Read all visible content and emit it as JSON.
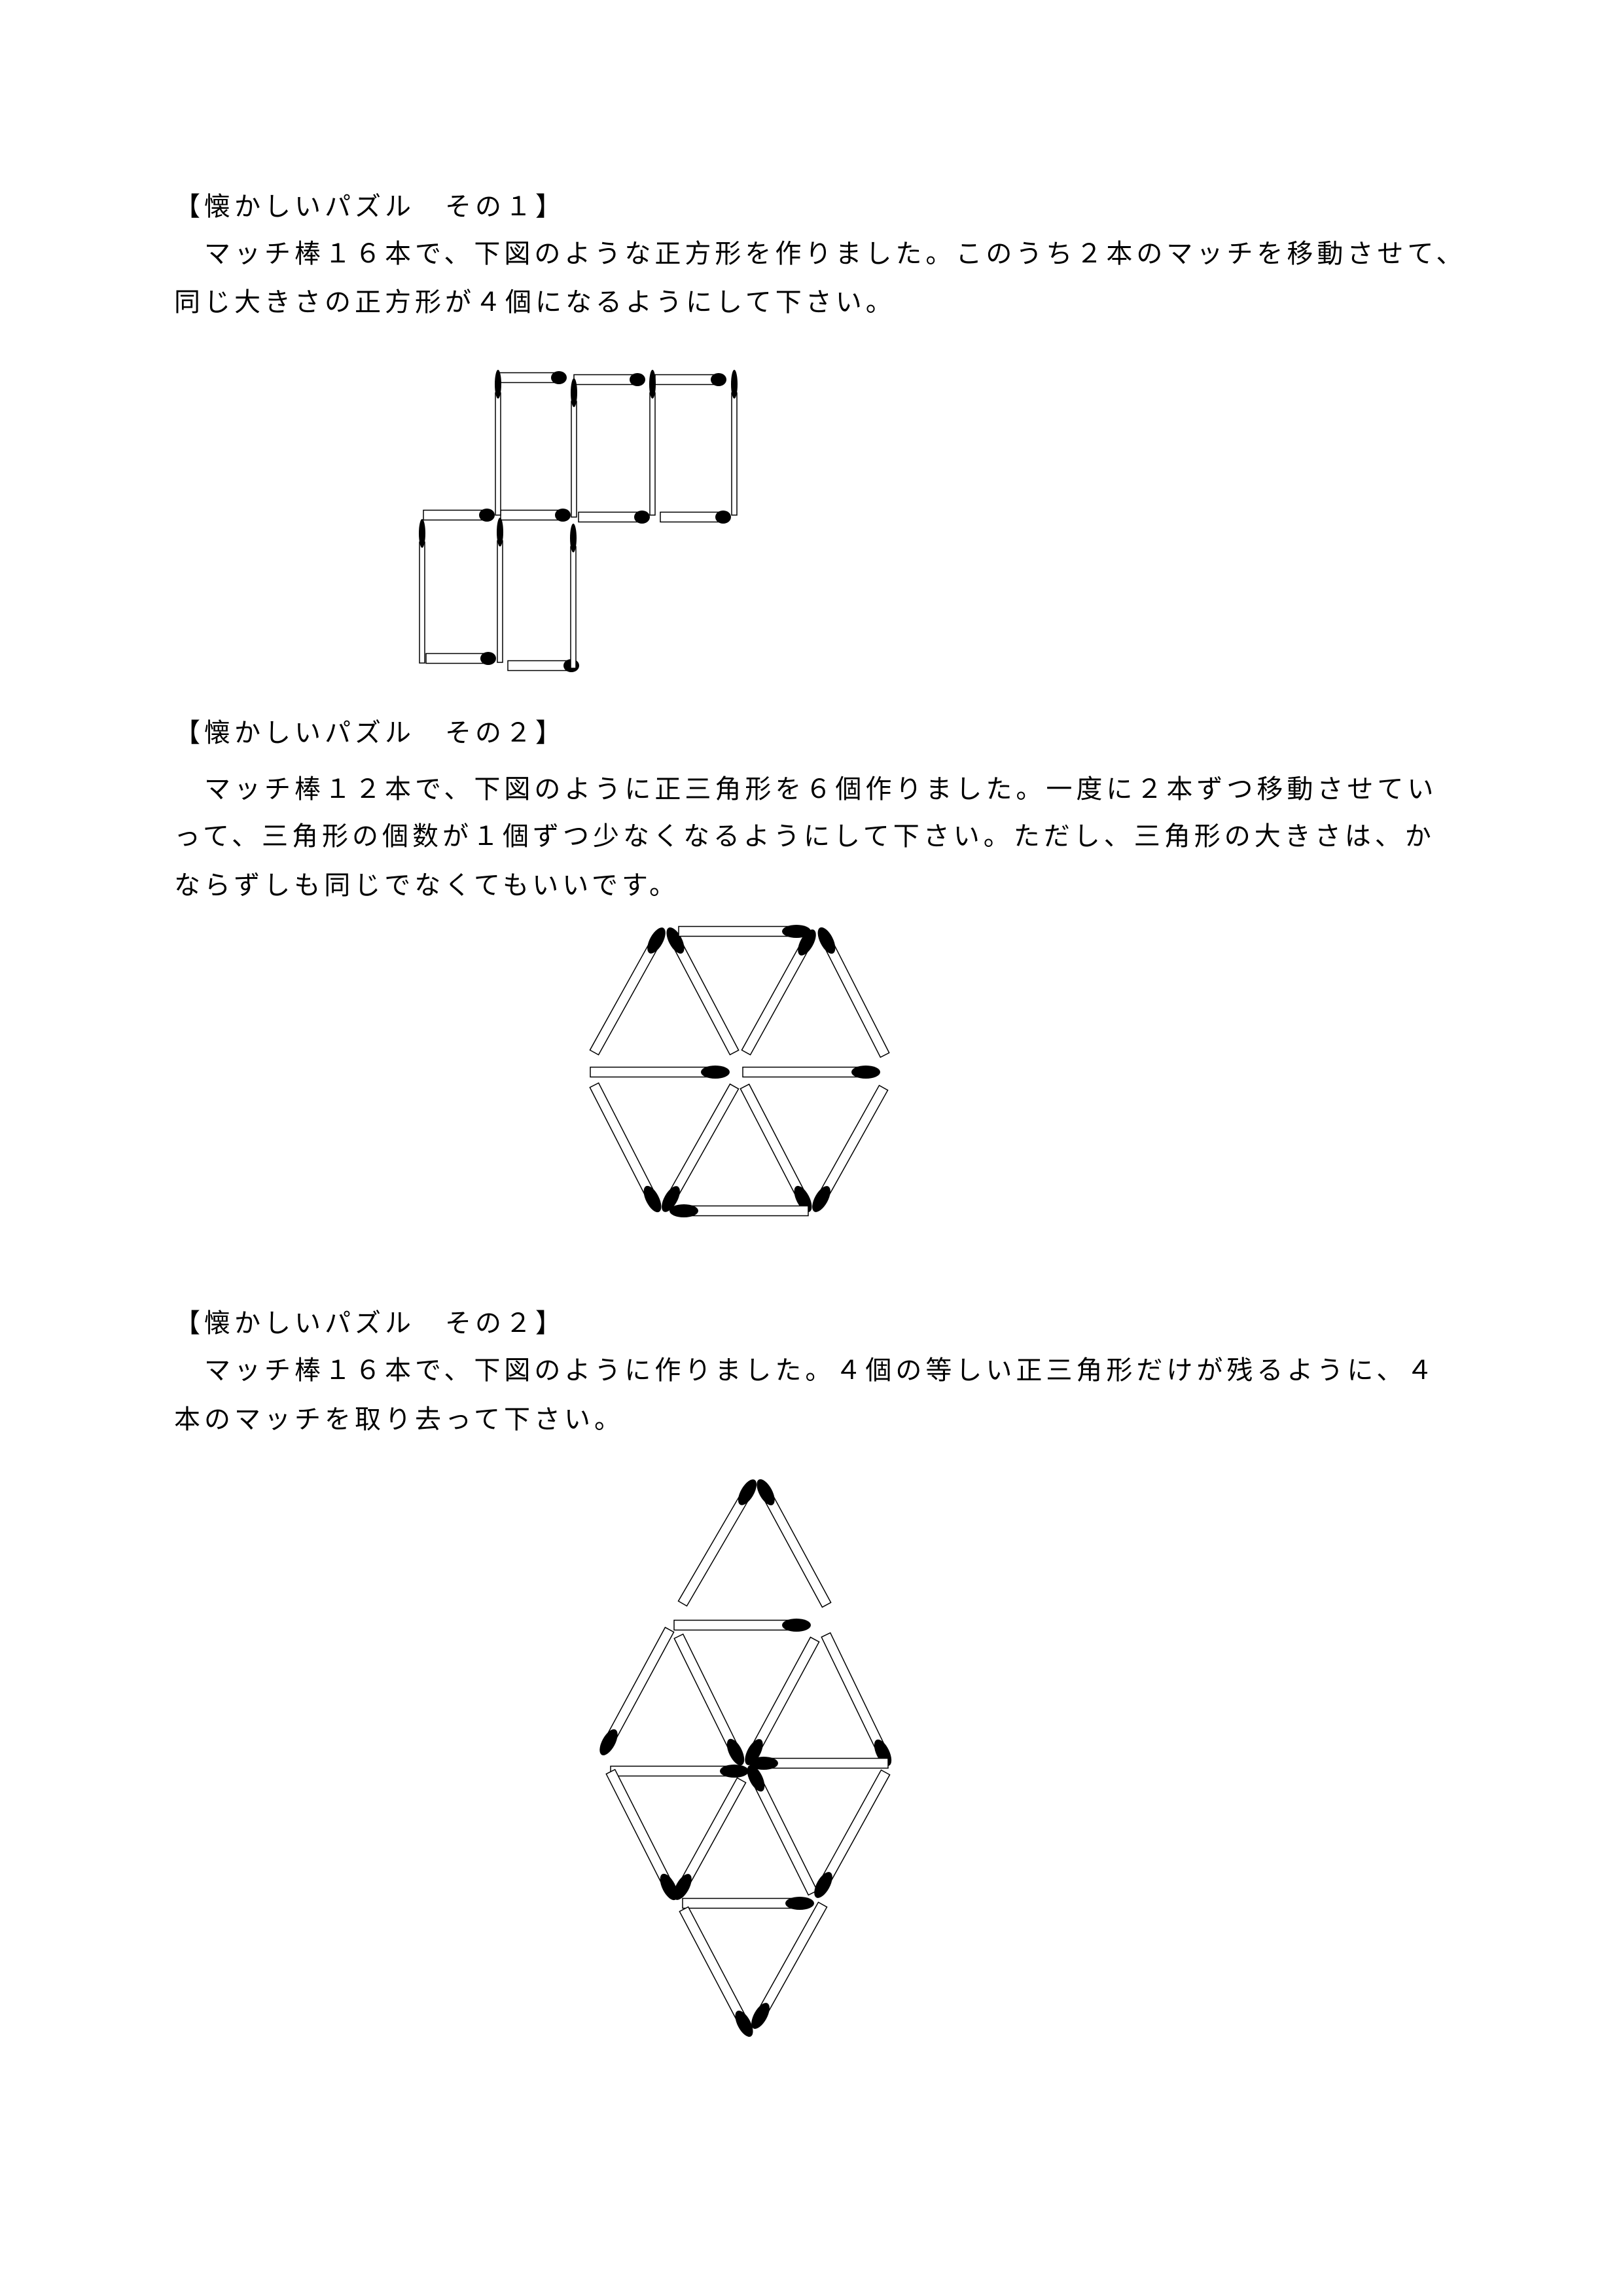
{
  "puzzles": [
    {
      "heading": "【懐かしいパズル　その１】",
      "lines": [
        "　マッチ棒１６本で、下図のような正方形を作りました。このうち２本のマッチを移動させて、",
        "同じ大きさの正方形が４個になるようにして下さい。"
      ],
      "matchstick_count": 16
    },
    {
      "heading": "【懐かしいパズル　その２】",
      "lines": [
        "　マッチ棒１２本で、下図のように正三角形を６個作りました。一度に２本ずつ移動させてい",
        "って、三角形の個数が１個ずつ少なくなるようにして下さい。ただし、三角形の大きさは、か",
        "ならずしも同じでなくてもいいです。"
      ],
      "matchstick_count": 12
    },
    {
      "heading": "【懐かしいパズル　その２】",
      "lines": [
        "　マッチ棒１６本で、下図のように作りました。４個の等しい正三角形だけが残るように、４",
        "本のマッチを取り去って下さい。"
      ],
      "matchstick_count": 16
    }
  ],
  "colors": {
    "ink": "#000000",
    "stick": "#ffffff",
    "paper": "#ffffff"
  }
}
